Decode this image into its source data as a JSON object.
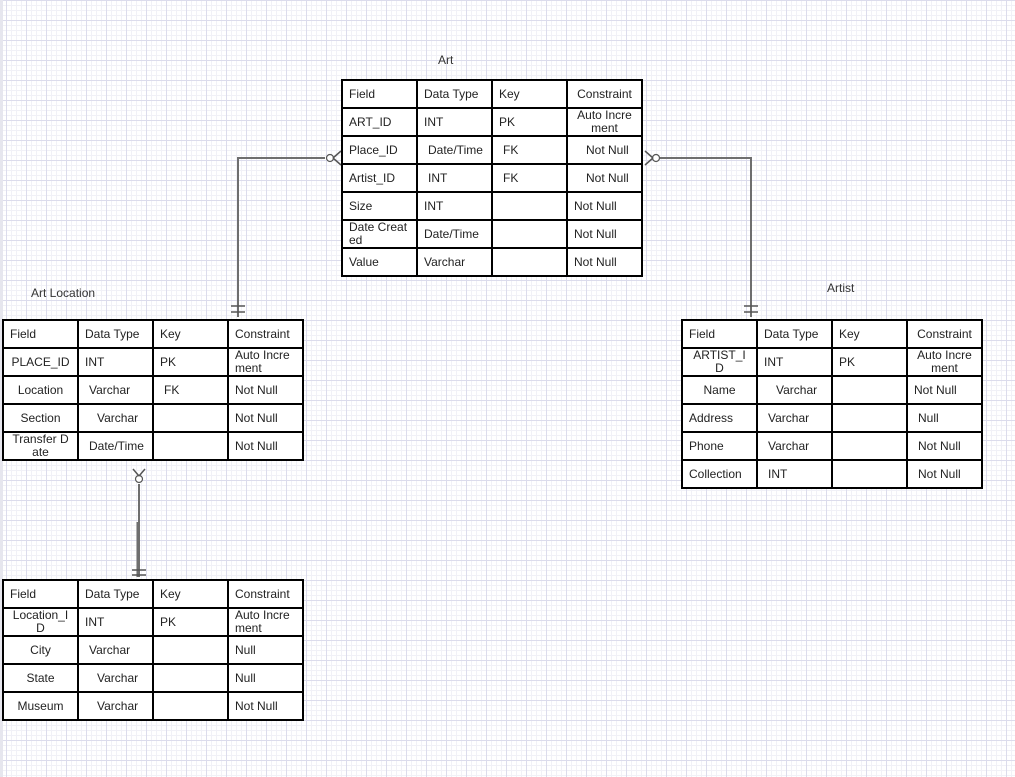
{
  "diagram": {
    "type": "entity-relationship",
    "column_headers": [
      "Field",
      "Data Type",
      "Key",
      "Constraint"
    ],
    "entities": {
      "art": {
        "title": "Art",
        "header": {
          "field": "Field",
          "type": "Data Type",
          "key": "Key",
          "constraint": "Constraint"
        },
        "rows": [
          {
            "field": "ART_ID",
            "type": "INT",
            "key": "PK",
            "constraint": "Auto Increment"
          },
          {
            "field": "Place_ID",
            "type": "Date/Time",
            "key": "FK",
            "constraint": "Not Null"
          },
          {
            "field": "Artist_ID",
            "type": "INT",
            "key": "FK",
            "constraint": "Not Null"
          },
          {
            "field": "Size",
            "type": "INT",
            "key": "",
            "constraint": "Not Null"
          },
          {
            "field": "Date Created",
            "type": "Date/Time",
            "key": "",
            "constraint": "Not Null"
          },
          {
            "field": "Value",
            "type": "Varchar",
            "key": "",
            "constraint": "Not Null"
          }
        ]
      },
      "art_location": {
        "title": "Art Location",
        "header": {
          "field": "Field",
          "type": "Data Type",
          "key": "Key",
          "constraint": "Constraint"
        },
        "rows": [
          {
            "field": "PLACE_ID",
            "type": "INT",
            "key": "PK",
            "constraint": "Auto Increment"
          },
          {
            "field": "Location",
            "type": "Varchar",
            "key": "FK",
            "constraint": "Not Null"
          },
          {
            "field": "Section",
            "type": "Varchar",
            "key": "",
            "constraint": "Not Null"
          },
          {
            "field": "Transfer Date",
            "type": "Date/Time",
            "key": "",
            "constraint": "Not Null"
          }
        ]
      },
      "location": {
        "title": "",
        "header": {
          "field": "Field",
          "type": "Data Type",
          "key": "Key",
          "constraint": "Constraint"
        },
        "rows": [
          {
            "field": "Location_ID",
            "type": "INT",
            "key": "PK",
            "constraint": "Auto Increment"
          },
          {
            "field": "City",
            "type": "Varchar",
            "key": "",
            "constraint": "Null"
          },
          {
            "field": "State",
            "type": "Varchar",
            "key": "",
            "constraint": "Null"
          },
          {
            "field": "Museum",
            "type": "Varchar",
            "key": "",
            "constraint": "Not Null"
          }
        ]
      },
      "artist": {
        "title": "Artist",
        "header": {
          "field": "Field",
          "type": "Data Type",
          "key": "Key",
          "constraint": "Constraint"
        },
        "rows": [
          {
            "field": "ARTIST_ID",
            "type": "INT",
            "key": "PK",
            "constraint": "Auto Increment"
          },
          {
            "field": "Name",
            "type": "Varchar",
            "key": "",
            "constraint": "Not Null"
          },
          {
            "field": "Address",
            "type": "Varchar",
            "key": "",
            "constraint": "Null"
          },
          {
            "field": "Phone",
            "type": "Varchar",
            "key": "",
            "constraint": "Not Null"
          },
          {
            "field": "Collection",
            "type": "INT",
            "key": "",
            "constraint": "Not Null"
          }
        ]
      }
    },
    "relationships": [
      {
        "from": "art_location",
        "from_cardinality": "one-and-only-one",
        "to": "art",
        "to_cardinality": "zero-or-many"
      },
      {
        "from": "artist",
        "from_cardinality": "one-and-only-one",
        "to": "art",
        "to_cardinality": "zero-or-many"
      },
      {
        "from": "location",
        "from_cardinality": "one-and-only-one",
        "to": "art_location",
        "to_cardinality": "zero-or-many"
      }
    ]
  }
}
